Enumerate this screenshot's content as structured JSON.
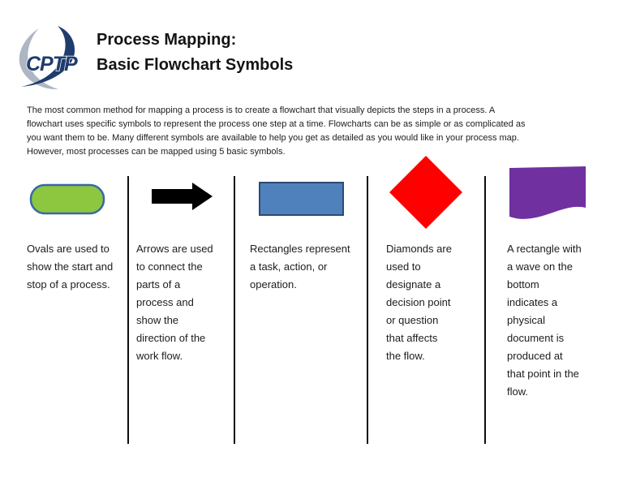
{
  "logo": {
    "text": "CPTP",
    "navy_color": "#1F3C6D",
    "silver_color": "#AEB6C4"
  },
  "header": {
    "title": "Process Mapping:\nBasic Flowchart Symbols"
  },
  "intro": {
    "text": "The most common method for mapping a process is to create a flowchart that visually depicts the steps in a process.  A\nflowchart uses specific symbols to represent the process one step at a time. Flowcharts can be as simple or as complicated as\nyou want them to be. Many different symbols are available to help you get as detailed as you would like in your process map.\nHowever, most processes can be mapped using 5 basic symbols."
  },
  "symbols": [
    {
      "name": "oval",
      "shape": "rounded-oval",
      "fill": "#8DC63F",
      "border": "#3A67A6",
      "description": "Ovals are used to\nshow the start and\nstop of a process."
    },
    {
      "name": "arrow",
      "shape": "right-arrow",
      "fill": "#000000",
      "description": "Arrows are used\nto connect the\nparts of a\nprocess and\nshow the\ndirection of the\nwork flow."
    },
    {
      "name": "rectangle",
      "shape": "rectangle",
      "fill": "#4F81BD",
      "border": "#2C4A73",
      "description": "Rectangles represent\na task, action, or\noperation."
    },
    {
      "name": "diamond",
      "shape": "diamond",
      "fill": "#FE0000",
      "description": "Diamonds are\nused to\ndesignate a\ndecision point\nor question\nthat affects\nthe flow."
    },
    {
      "name": "document",
      "shape": "wave-bottom-rectangle",
      "fill": "#7030A0",
      "description": "A rectangle with\na wave on the\nbottom\nindicates a\nphysical\ndocument is\nproduced at\nthat point in the\nflow."
    }
  ]
}
